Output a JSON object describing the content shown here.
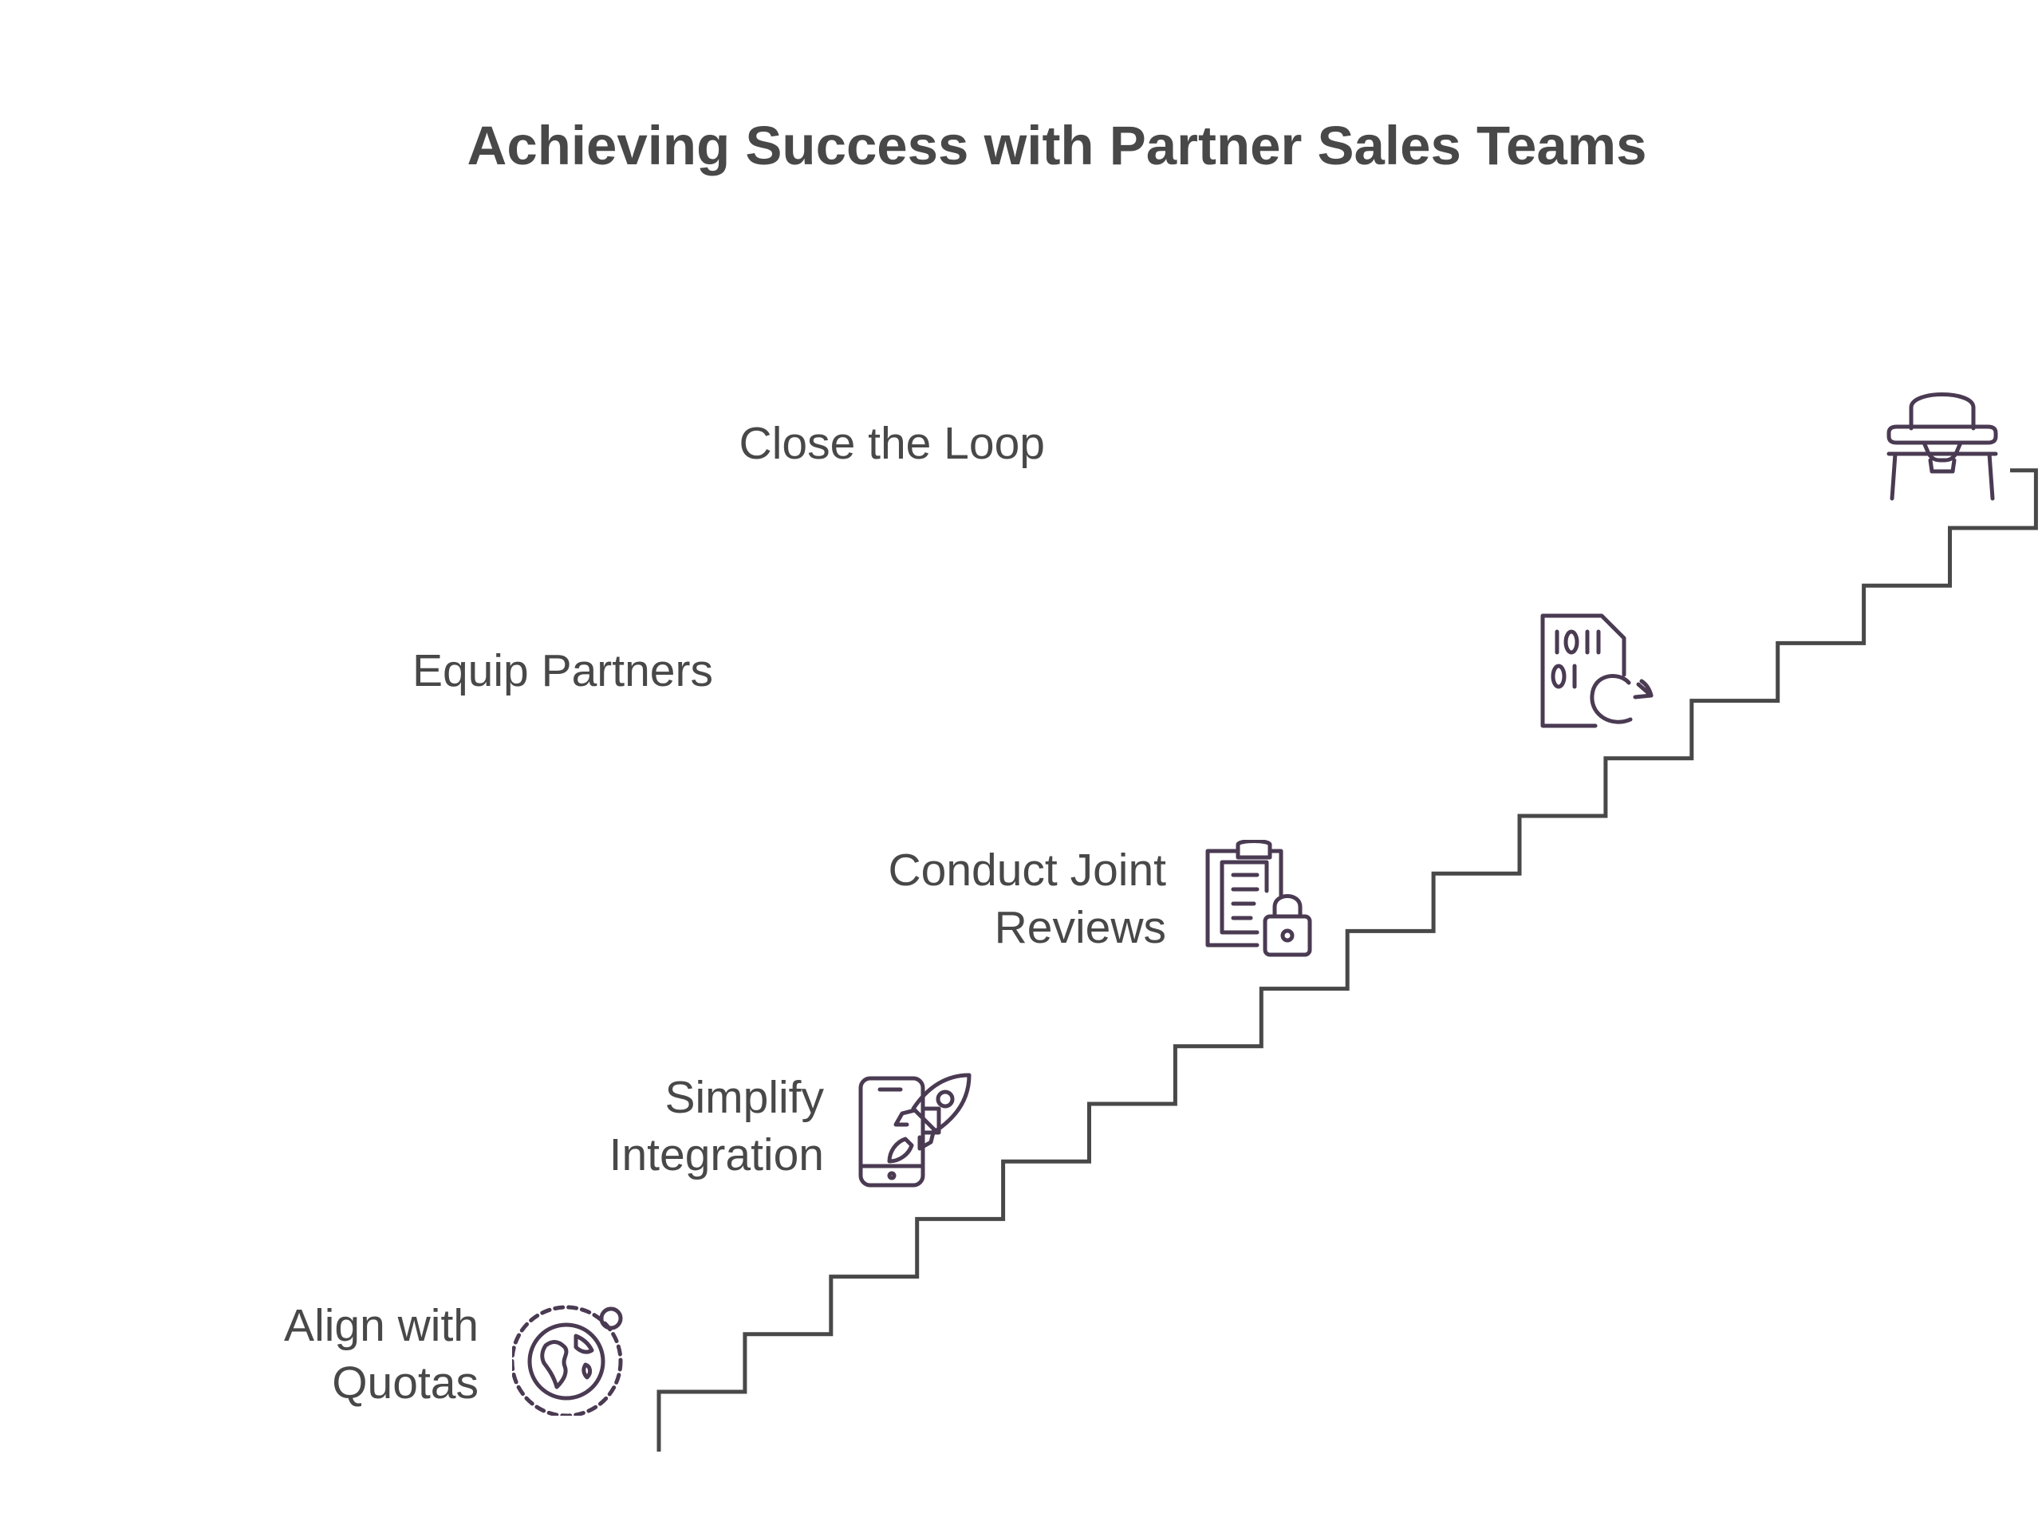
{
  "title": "Achieving Success with Partner Sales Teams",
  "colors": {
    "text": "#484848",
    "icon": "#4a3a52",
    "stairs": "#484848"
  },
  "stairs": {
    "steps": 16
  },
  "steps": [
    {
      "lines": [
        "Align with",
        "Quotas"
      ],
      "icon": "globe-orbit-icon"
    },
    {
      "lines": [
        "Simplify",
        "Integration"
      ],
      "icon": "phone-rocket-icon"
    },
    {
      "lines": [
        "Conduct Joint",
        "Reviews"
      ],
      "icon": "clipboard-lock-icon"
    },
    {
      "lines": [
        "Equip Partners"
      ],
      "icon": "binary-file-refresh-icon"
    },
    {
      "lines": [
        "Close the Loop"
      ],
      "icon": "high-chair-icon"
    }
  ]
}
